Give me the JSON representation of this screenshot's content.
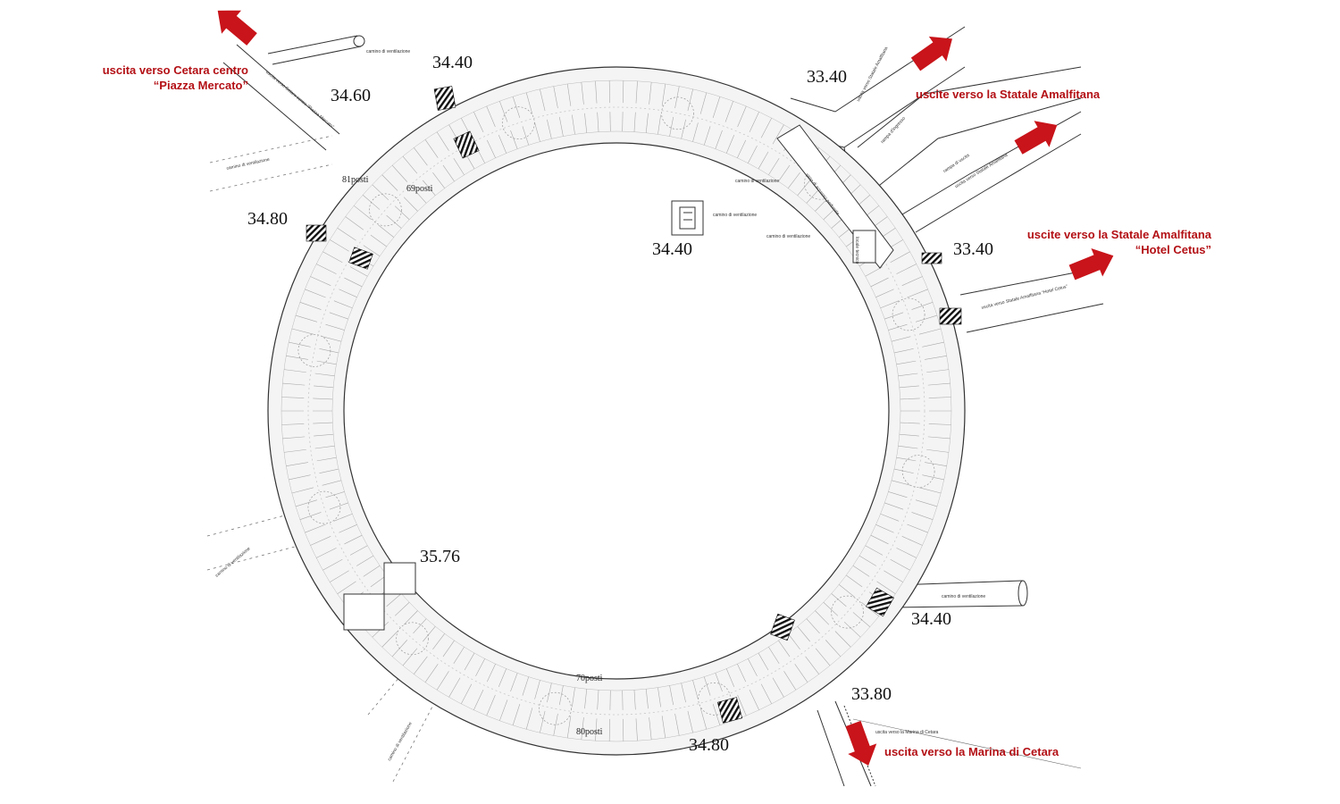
{
  "exits": {
    "cetara_centro": "uscita verso Cetara centro",
    "piazza_mercato": "“Piazza Mercato”",
    "statale_1": "uscite verso la Statale Amalfitana",
    "statale_2": "uscite verso la Statale Amalfitana",
    "hotel_cetus": "“Hotel Cetus”",
    "marina": "uscita verso la Marina di Cetara"
  },
  "elevations": {
    "top": "34.40",
    "top_left": "34.60",
    "left": "34.80",
    "center": "34.40",
    "top_right": "33.40",
    "right": "33.40",
    "bottom_right": "34.40",
    "bottom_right_lower": "33.80",
    "bottom": "34.80",
    "bottom_left": "35.76"
  },
  "spaces": {
    "outer_north": "81posti",
    "inner_north": "69posti",
    "inner_south": "70posti",
    "outer_south": "80posti"
  },
  "notes": {
    "vent_top": "camino di ventilazione",
    "vent_center": "camino di ventilazione",
    "vent_mid": "camino di ventilazione",
    "vent_lower": "camino di ventilazione",
    "vent_left": "camino di ventilazione",
    "vent_right": "camino di ventilazione",
    "vent_bottom_left": "camino di ventilazione",
    "vent_sw": "camino di ventilazione",
    "road_cetara": "uscita verso Cetara centro “Piazza Mercato”",
    "road_statale_1": "uscita verso Statale Amalfitana",
    "road_ingresso": "rampa d'ingresso",
    "road_uscita": "rampa di uscita",
    "road_statale_2": "uscita verso Statale Amalfitana",
    "road_cetus": "uscita verso Statale Amalfitana “Hotel Cetus”",
    "road_marina": "uscita verso la Marina di Cetara",
    "vano_accesso": "vano di accesso pedonale",
    "locale_tecnico": "locale tecnico"
  },
  "colors": {
    "arrow": "#c8141a",
    "label": "#b31015",
    "line": "#333333"
  }
}
